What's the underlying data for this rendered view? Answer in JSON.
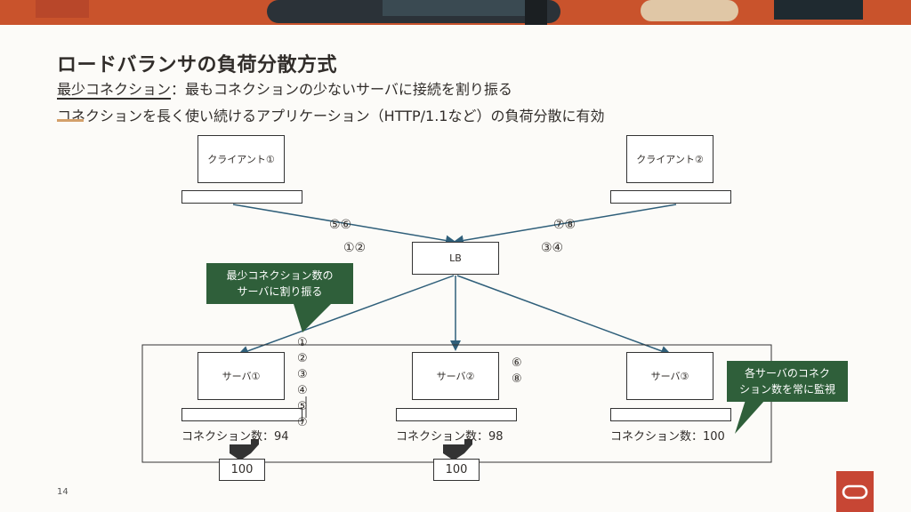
{
  "slide": {
    "title": "ロードバランサの負荷分散方式",
    "subtitle_term": "最少コネクション",
    "subtitle_rest": "：最もコネクションの少ないサーバに接続を割り振る",
    "subtitle2": "コネクションを長く使い続けるアプリケーション（HTTP/1.1など）の負荷分散に有効",
    "page_number": "14"
  },
  "diagram": {
    "client1": "クライアント①",
    "client2": "クライアント②",
    "lb": "LB",
    "server1": "サーバ①",
    "server2": "サーバ②",
    "server3": "サーバ③",
    "req_left_top": "⑤⑥",
    "req_left_bottom": "①②",
    "req_right_top": "⑦⑧",
    "req_right_bottom": "③④",
    "server1_reqs": [
      "①",
      "②",
      "③",
      "④",
      "⑤",
      "⑦"
    ],
    "server2_reqs": [
      "⑥",
      "⑧"
    ],
    "conn1": "コネクション数：94",
    "conn2": "コネクション数：98",
    "conn3": "コネクション数：100",
    "result1": "100",
    "result2": "100",
    "callout_left": "最少コネクション数の\nサーバに割り振る",
    "callout_right": "各サーバのコネク\nション数を常に監視"
  },
  "colors": {
    "callout_bg": "#2f5f3a",
    "logo": "#c74634",
    "banner": "#c9532c"
  }
}
